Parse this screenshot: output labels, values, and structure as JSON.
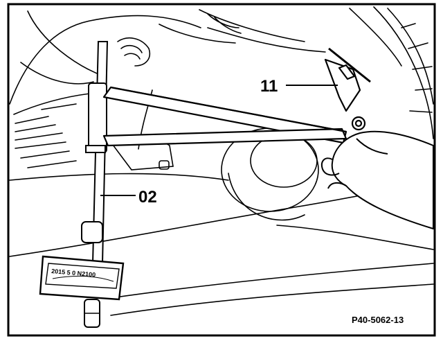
{
  "figure": {
    "callouts": [
      {
        "id": "11",
        "label": "11"
      },
      {
        "id": "02",
        "label": "02"
      }
    ],
    "figure_id": "P40-5062-13",
    "gauge_scale_text": "2015 5 0 N2100",
    "colors": {
      "ink": "#000000",
      "paper": "#ffffff"
    }
  }
}
